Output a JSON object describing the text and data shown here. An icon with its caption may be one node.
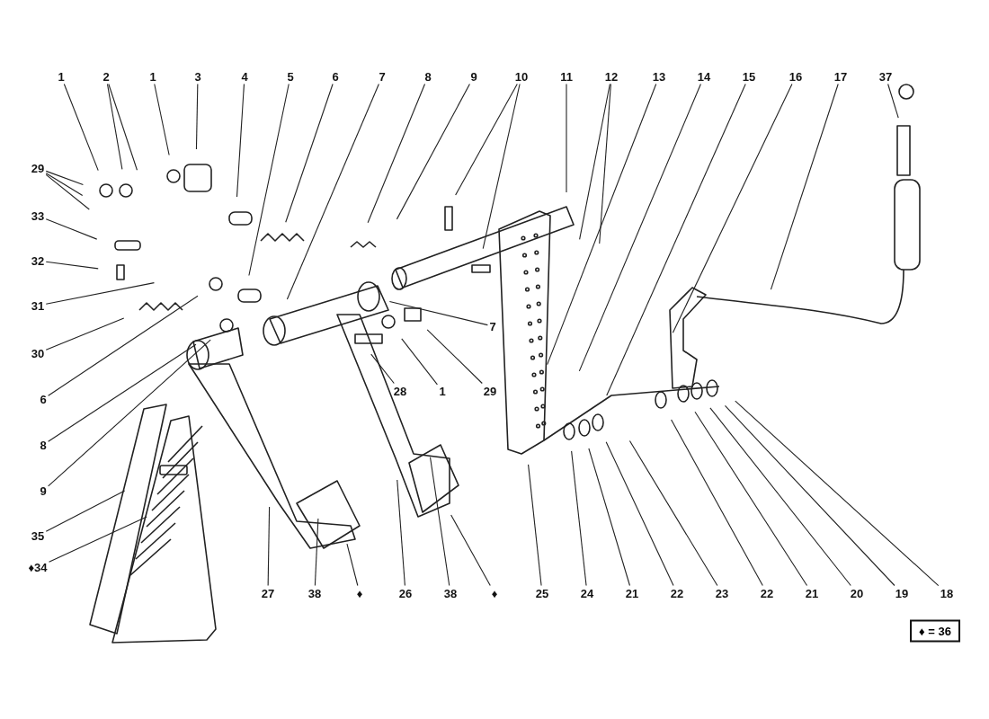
{
  "diagram": {
    "nodes": [
      {
        "text": [
          "1"
        ]
      },
      {
        "text": [
          "2"
        ]
      },
      {
        "text": [
          "1"
        ]
      },
      {
        "text": [
          "3"
        ]
      },
      {
        "text": [
          "4"
        ]
      },
      {
        "text": [
          "5"
        ]
      },
      {
        "text": [
          "6"
        ]
      },
      {
        "text": [
          "7"
        ]
      },
      {
        "text": [
          "8"
        ]
      },
      {
        "text": [
          "9"
        ]
      },
      {
        "text": [
          "10"
        ]
      },
      {
        "text": [
          "11"
        ]
      },
      {
        "text": [
          "12"
        ]
      },
      {
        "text": [
          "13"
        ]
      },
      {
        "text": [
          "14"
        ]
      },
      {
        "text": [
          "15"
        ]
      },
      {
        "text": [
          "16"
        ]
      },
      {
        "text": [
          "17"
        ]
      },
      {
        "text": [
          "37"
        ]
      },
      {
        "text": [
          "29"
        ]
      },
      {
        "text": [
          "33"
        ]
      },
      {
        "text": [
          "32"
        ]
      },
      {
        "text": [
          "31"
        ]
      },
      {
        "text": [
          "30"
        ]
      },
      {
        "text": [
          "6"
        ]
      },
      {
        "text": [
          "8"
        ]
      },
      {
        "text": [
          "9"
        ]
      },
      {
        "text": [
          "35"
        ]
      },
      {
        "text": [
          "♦34"
        ]
      },
      {
        "text": [
          "7"
        ]
      },
      {
        "text": [
          "28"
        ]
      },
      {
        "text": [
          "1"
        ]
      },
      {
        "text": [
          "29"
        ]
      },
      {
        "text": [
          "27"
        ]
      },
      {
        "text": [
          "38"
        ]
      },
      {
        "text": [
          "♦"
        ]
      },
      {
        "text": [
          "26"
        ]
      },
      {
        "text": [
          "38"
        ]
      },
      {
        "text": [
          "♦"
        ]
      },
      {
        "text": [
          "25"
        ]
      },
      {
        "text": [
          "24"
        ]
      },
      {
        "text": [
          "21"
        ]
      },
      {
        "text": [
          "22"
        ]
      },
      {
        "text": [
          "23"
        ]
      },
      {
        "text": [
          "22"
        ]
      },
      {
        "text": [
          "21"
        ]
      },
      {
        "text": [
          "20"
        ]
      },
      {
        "text": [
          "19"
        ]
      },
      {
        "text": [
          "18"
        ]
      },
      {
        "text": [
          "♦ = 36"
        ]
      }
    ],
    "edges": [
      {
        "from": 0,
        "to": null,
        "arrow": "none"
      },
      {
        "from": 1,
        "to": null,
        "arrow": "none"
      },
      {
        "from": 1,
        "to": null,
        "arrow": "none"
      },
      {
        "from": 2,
        "to": null,
        "arrow": "none"
      },
      {
        "from": 3,
        "to": null,
        "arrow": "none"
      },
      {
        "from": 4,
        "to": null,
        "arrow": "none"
      },
      {
        "from": 5,
        "to": null,
        "arrow": "none"
      },
      {
        "from": 6,
        "to": null,
        "arrow": "none"
      },
      {
        "from": 7,
        "to": null,
        "arrow": "none"
      },
      {
        "from": 8,
        "to": null,
        "arrow": "none"
      },
      {
        "from": 9,
        "to": null,
        "arrow": "none"
      },
      {
        "from": 10,
        "to": null,
        "arrow": "none"
      },
      {
        "from": 10,
        "to": null,
        "arrow": "none"
      },
      {
        "from": 11,
        "to": null,
        "arrow": "none"
      },
      {
        "from": 12,
        "to": null,
        "arrow": "none"
      },
      {
        "from": 12,
        "to": null,
        "arrow": "none"
      },
      {
        "from": 13,
        "to": null,
        "arrow": "none"
      },
      {
        "from": 14,
        "to": null,
        "arrow": "none"
      },
      {
        "from": 15,
        "to": null,
        "arrow": "none"
      },
      {
        "from": 16,
        "to": null,
        "arrow": "none"
      },
      {
        "from": 17,
        "to": null,
        "arrow": "none"
      },
      {
        "from": 18,
        "to": null,
        "arrow": "none"
      },
      {
        "from": 19,
        "to": null,
        "arrow": "none"
      },
      {
        "from": 19,
        "to": null,
        "arrow": "none"
      },
      {
        "from": 19,
        "to": null,
        "arrow": "none"
      },
      {
        "from": 20,
        "to": null,
        "arrow": "none"
      },
      {
        "from": 21,
        "to": null,
        "arrow": "none"
      },
      {
        "from": 22,
        "to": null,
        "arrow": "none"
      },
      {
        "from": 23,
        "to": null,
        "arrow": "none"
      },
      {
        "from": 24,
        "to": null,
        "arrow": "none"
      },
      {
        "from": 25,
        "to": null,
        "arrow": "none"
      },
      {
        "from": 26,
        "to": null,
        "arrow": "none"
      },
      {
        "from": 27,
        "to": null,
        "arrow": "none"
      },
      {
        "from": 28,
        "to": null,
        "arrow": "none"
      },
      {
        "from": 29,
        "to": null,
        "arrow": "none"
      },
      {
        "from": 30,
        "to": null,
        "arrow": "none"
      },
      {
        "from": 31,
        "to": null,
        "arrow": "none"
      },
      {
        "from": 32,
        "to": null,
        "arrow": "none"
      },
      {
        "from": 33,
        "to": null,
        "arrow": "none"
      },
      {
        "from": 34,
        "to": null,
        "arrow": "none"
      },
      {
        "from": 35,
        "to": null,
        "arrow": "none"
      },
      {
        "from": 36,
        "to": null,
        "arrow": "none"
      },
      {
        "from": 37,
        "to": null,
        "arrow": "none"
      },
      {
        "from": 38,
        "to": null,
        "arrow": "none"
      },
      {
        "from": 39,
        "to": null,
        "arrow": "none"
      },
      {
        "from": 40,
        "to": null,
        "arrow": "none"
      },
      {
        "from": 41,
        "to": null,
        "arrow": "none"
      },
      {
        "from": 42,
        "to": null,
        "arrow": "none"
      },
      {
        "from": 43,
        "to": null,
        "arrow": "none"
      },
      {
        "from": 44,
        "to": null,
        "arrow": "none"
      },
      {
        "from": 45,
        "to": null,
        "arrow": "none"
      },
      {
        "from": 46,
        "to": null,
        "arrow": "none"
      },
      {
        "from": 47,
        "to": null,
        "arrow": "none"
      },
      {
        "from": 48,
        "to": null,
        "arrow": "none"
      }
    ]
  }
}
